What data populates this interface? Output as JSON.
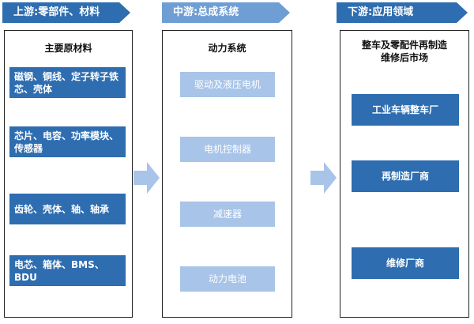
{
  "headers": {
    "upstream": "上游:零部件、材料",
    "midstream": "中游:总成系统",
    "downstream": "下游:应用领域"
  },
  "upstream": {
    "title": "主要原材料",
    "items": [
      "磁钢、铜线、定子转子铁芯、壳体",
      "芯片、电容、功率模块、传感器",
      "齿轮、壳体、轴、轴承",
      "电芯、箱体、BMS、BDU"
    ]
  },
  "midstream": {
    "title": "动力系统",
    "items": [
      "驱动及液压电机",
      "电机控制器",
      "减速器",
      "动力电池"
    ]
  },
  "downstream": {
    "title": "整车及零配件再制造维修后市场",
    "items": [
      "工业车辆整车厂",
      "再制造厂商",
      "维修厂商"
    ]
  },
  "colors": {
    "header_dark": "#2e6db0",
    "header_light": "#6e9ed4",
    "box_dark": "#2e6db0",
    "box_light": "#a8c4e8",
    "arrow": "#a8c4e8"
  }
}
